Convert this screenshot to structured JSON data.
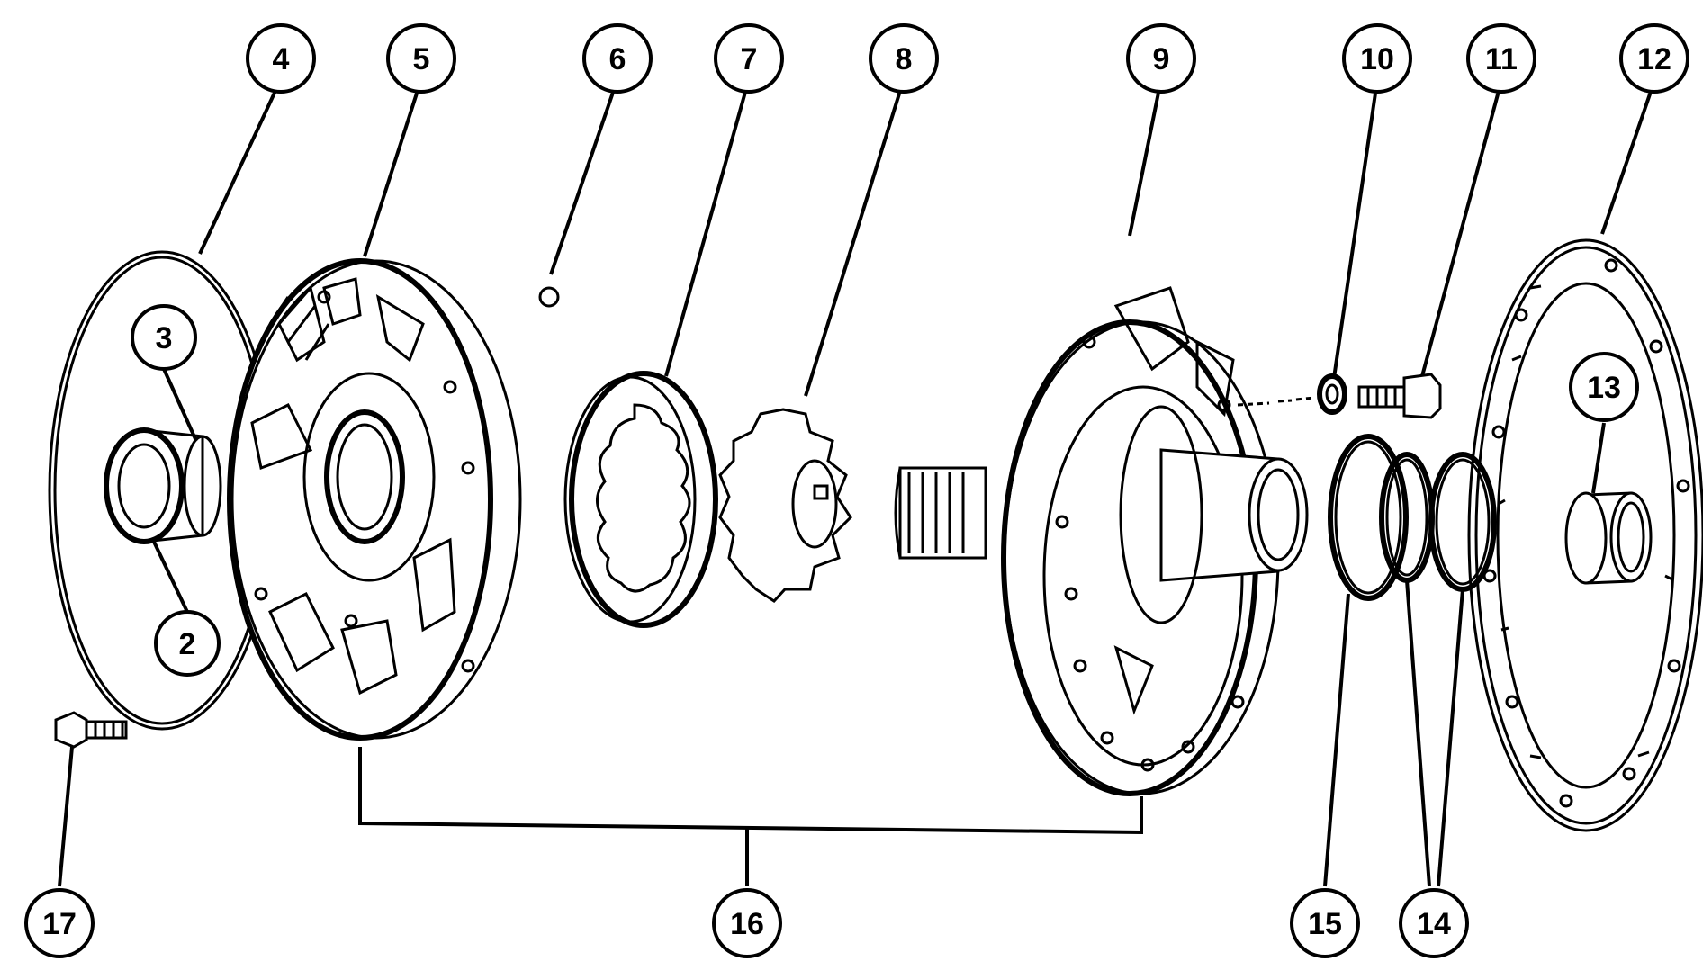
{
  "callouts": [
    {
      "id": "c4",
      "label": "4"
    },
    {
      "id": "c5",
      "label": "5"
    },
    {
      "id": "c6",
      "label": "6"
    },
    {
      "id": "c7",
      "label": "7"
    },
    {
      "id": "c8",
      "label": "8"
    },
    {
      "id": "c9",
      "label": "9"
    },
    {
      "id": "c10",
      "label": "10"
    },
    {
      "id": "c11",
      "label": "11"
    },
    {
      "id": "c12",
      "label": "12"
    },
    {
      "id": "c3",
      "label": "3"
    },
    {
      "id": "c13",
      "label": "13"
    },
    {
      "id": "c2",
      "label": "2"
    },
    {
      "id": "c17",
      "label": "17"
    },
    {
      "id": "c16",
      "label": "16"
    },
    {
      "id": "c15",
      "label": "15"
    },
    {
      "id": "c14",
      "label": "14"
    }
  ]
}
